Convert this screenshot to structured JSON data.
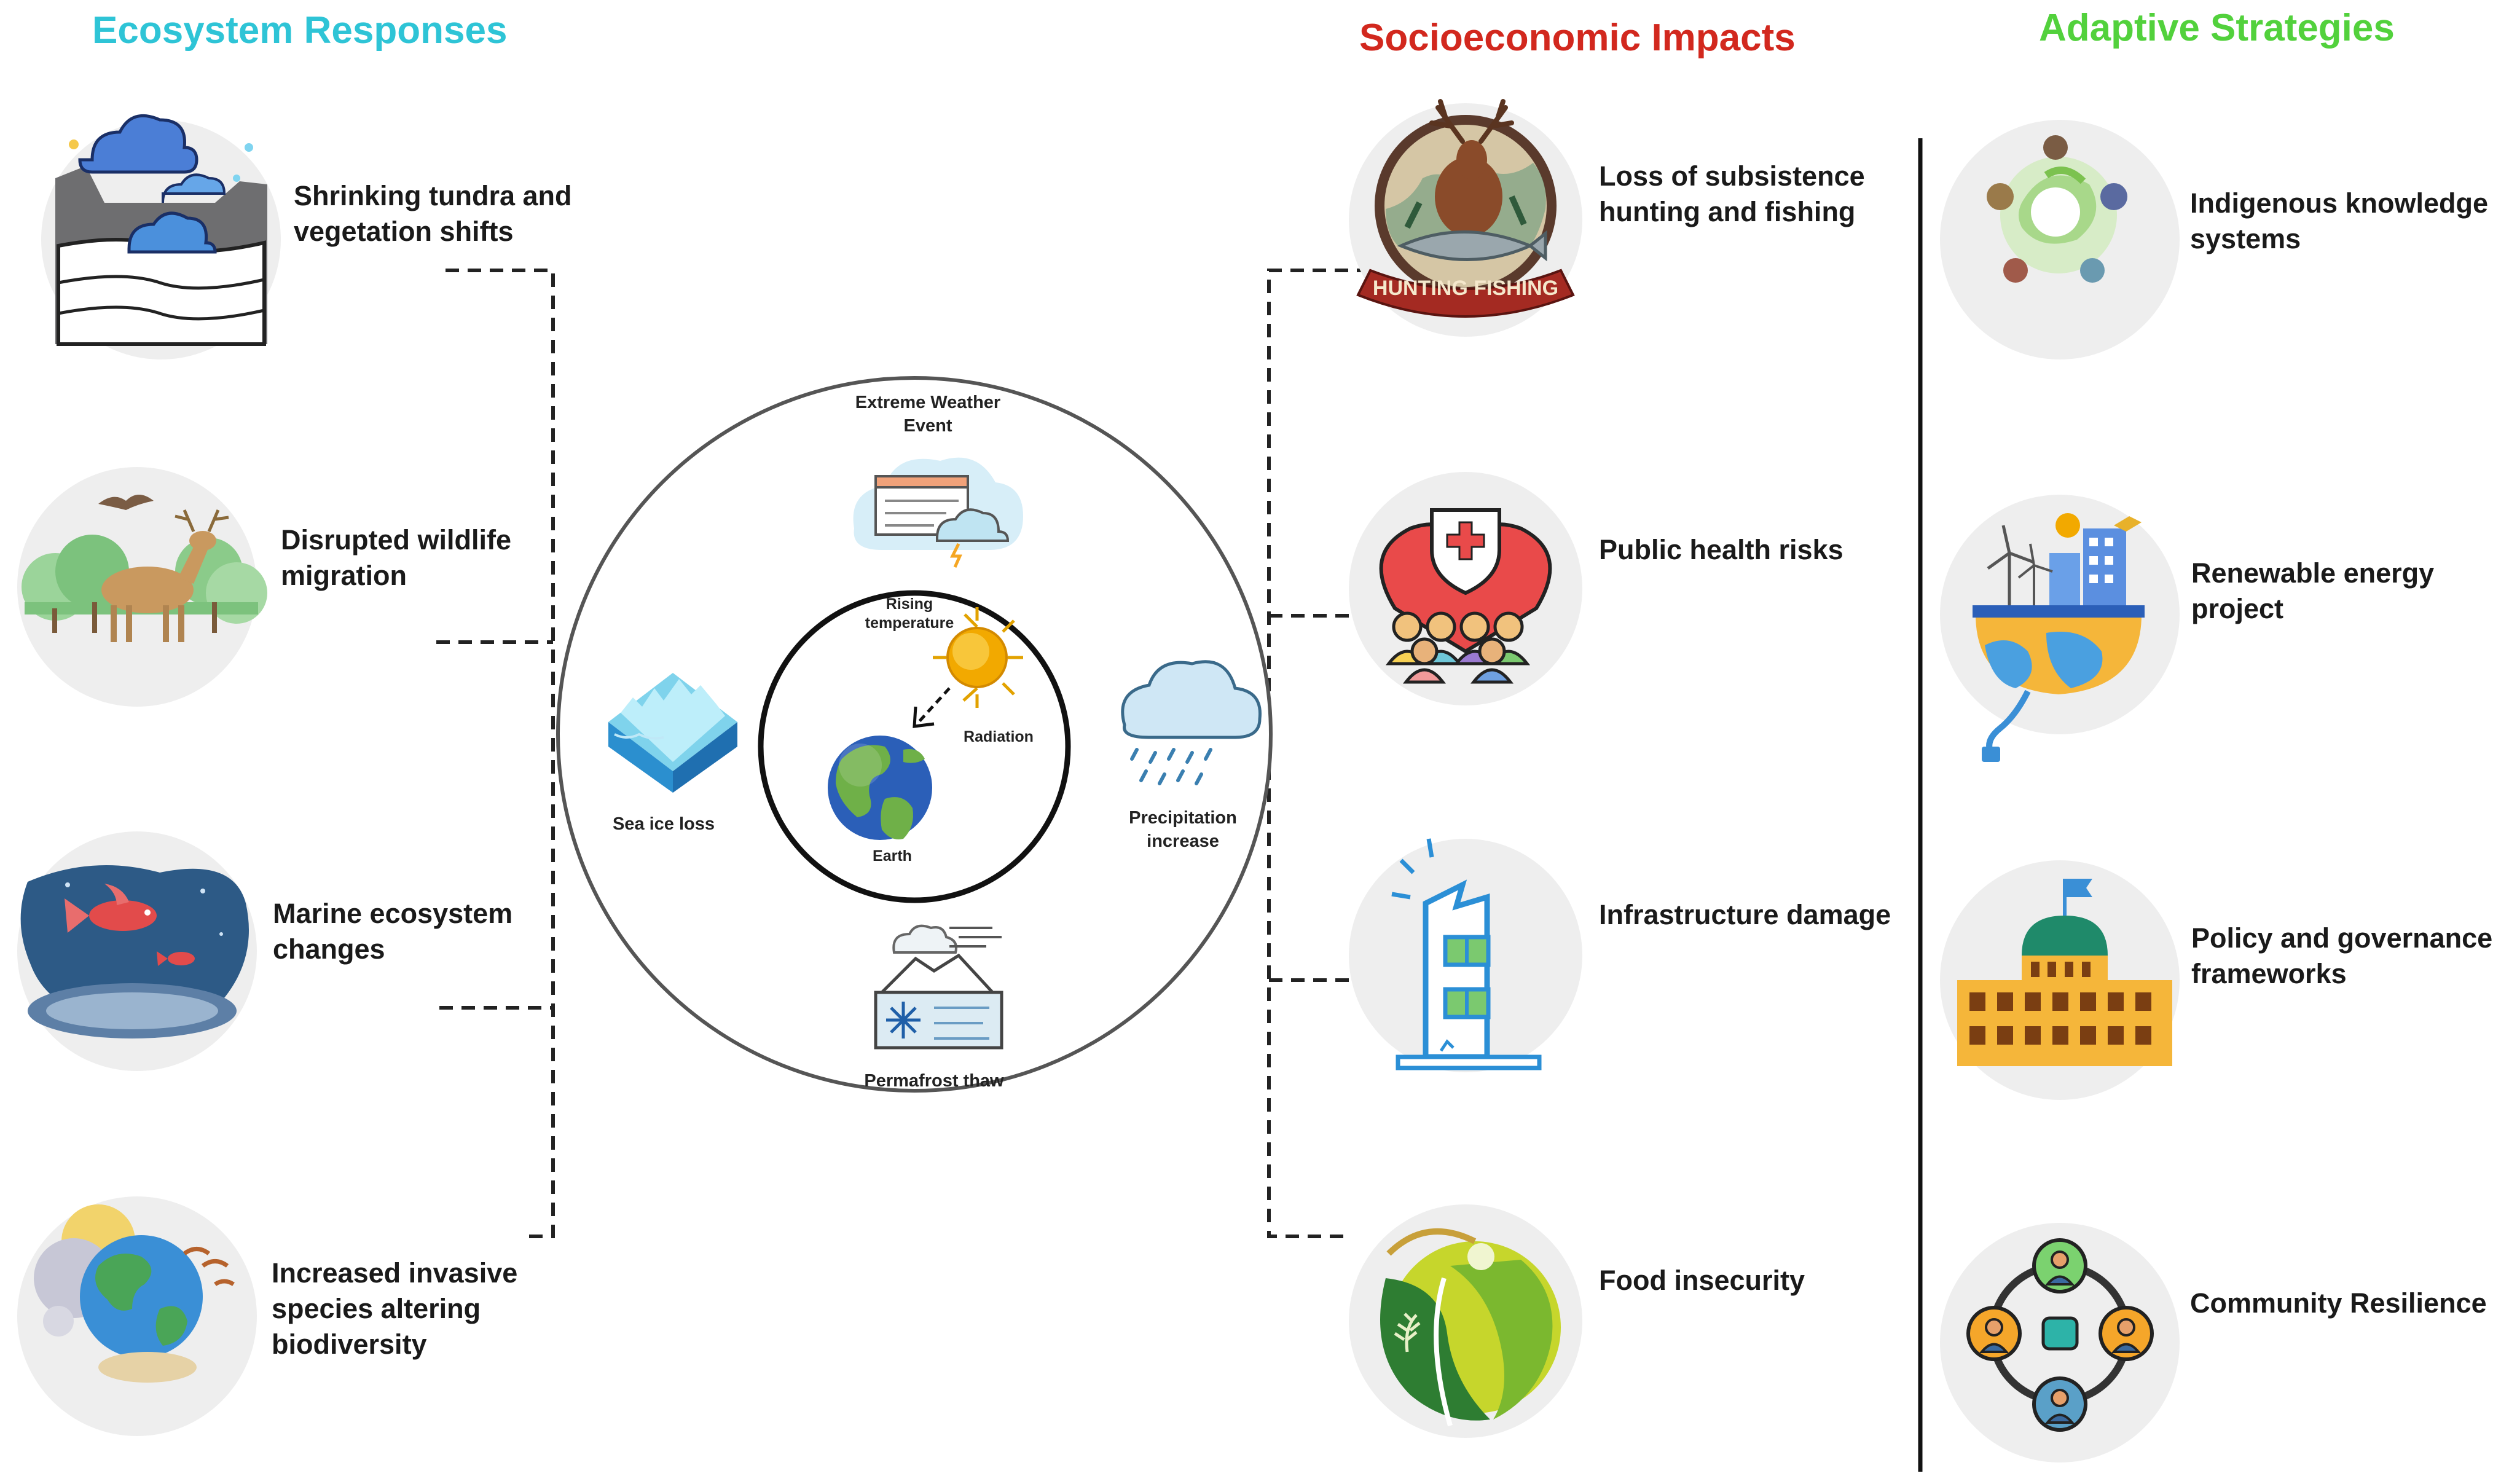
{
  "titles": {
    "ecosystem": "Ecosystem Responses",
    "socioeconomic": "Socioeconomic Impacts",
    "adaptive": "Adaptive Strategies"
  },
  "colors": {
    "ecosystem": "#2ec4d6",
    "socioeconomic": "#d2281e",
    "adaptive": "#52d13c"
  },
  "ecosystem": [
    {
      "line1": "Shrinking tundra and",
      "line2": "vegetation shifts",
      "line3": "",
      "icon": "tundra-icon"
    },
    {
      "line1": "Disrupted wildlife",
      "line2": "migration",
      "line3": "",
      "icon": "deer-icon"
    },
    {
      "line1": "Marine ecosystem",
      "line2": "changes",
      "line3": "",
      "icon": "fish-icon"
    },
    {
      "line1": "Increased invasive",
      "line2": "species altering",
      "line3": "biodiversity",
      "icon": "globe-icon"
    }
  ],
  "socioeconomic": [
    {
      "line1": "Loss of subsistence",
      "line2": "hunting and fishing",
      "icon": "hunting-badge-icon",
      "badge": "HUNTING FISHING"
    },
    {
      "line1": "Public health risks",
      "line2": "",
      "icon": "health-shield-icon"
    },
    {
      "line1": "Infrastructure damage",
      "line2": "",
      "icon": "damaged-building-icon"
    },
    {
      "line1": "Food insecurity",
      "line2": "",
      "icon": "food-leaf-icon"
    }
  ],
  "adaptive": [
    {
      "line1": "Indigenous knowledge",
      "line2": "systems",
      "icon": "knowledge-network-icon"
    },
    {
      "line1": "Renewable energy",
      "line2": "project",
      "icon": "renewable-energy-icon"
    },
    {
      "line1": "Policy and governance",
      "line2": "frameworks",
      "icon": "government-building-icon"
    },
    {
      "line1": "Community Resilience",
      "line2": "",
      "icon": "community-ring-icon"
    }
  ],
  "center": {
    "extreme_weather_1": "Extreme Weather",
    "extreme_weather_2": "Event",
    "rising_temp_1": "Rising",
    "rising_temp_2": "temperature",
    "radiation": "Radiation",
    "earth": "Earth",
    "sea_ice": "Sea ice loss",
    "precip_1": "Precipitation",
    "precip_2": "increase",
    "permafrost": "Permafrost thaw"
  }
}
